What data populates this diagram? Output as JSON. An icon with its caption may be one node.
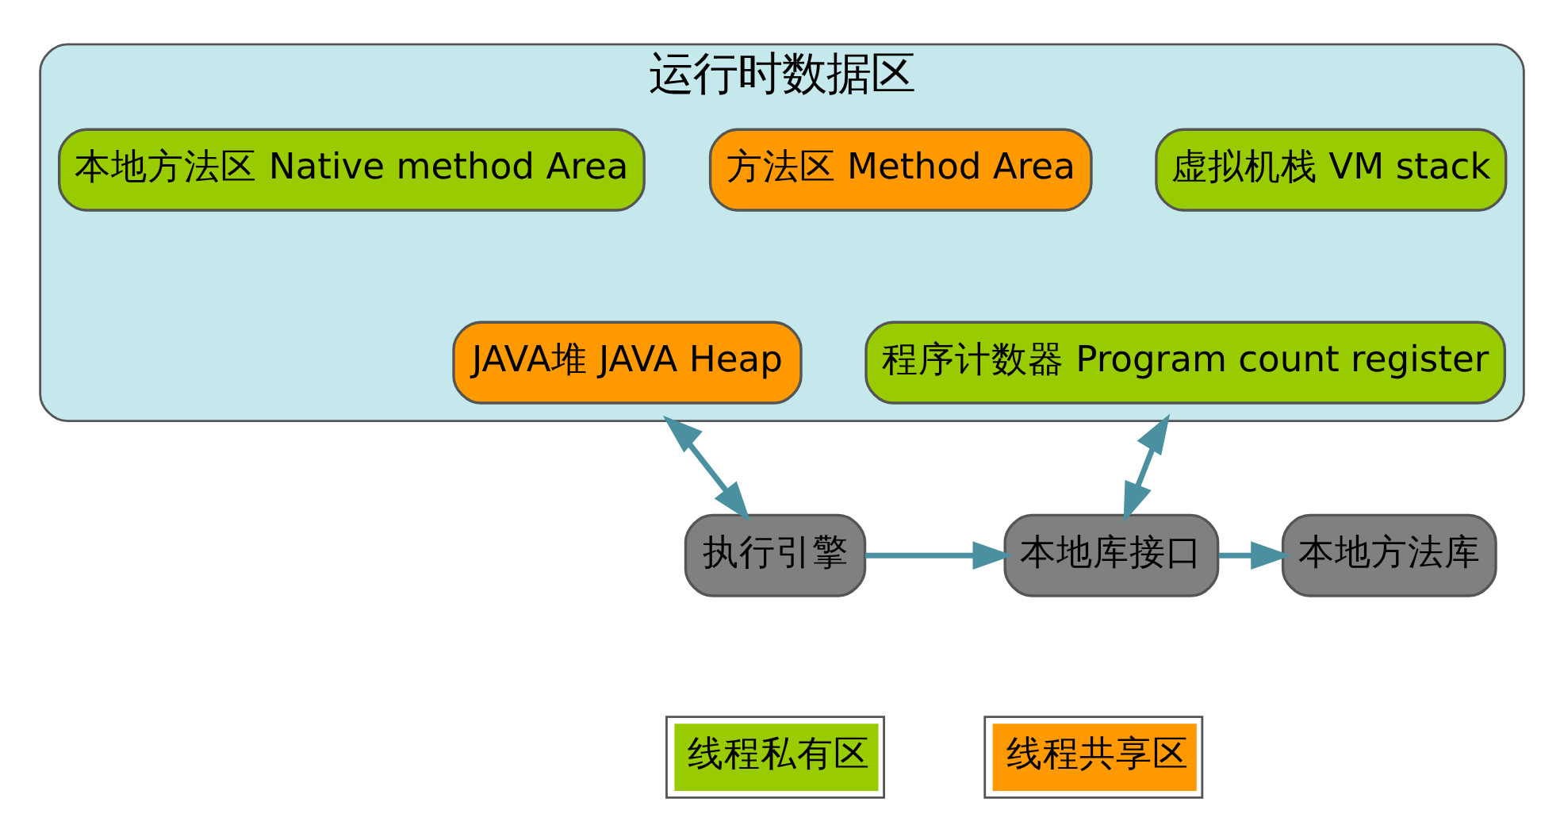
{
  "diagram": {
    "nodes": [
      {
        "text": [
          "运行时数据区"
        ]
      },
      {
        "text": [
          "方法区 Method Area"
        ],
        "in": 0
      },
      {
        "text": [
          "虚拟机栈 VM stack"
        ],
        "in": 0
      },
      {
        "text": [
          "本地方法区 Native method Area"
        ],
        "in": 0
      },
      {
        "text": [
          "JAVA堆 JAVA Heap"
        ],
        "in": 0
      },
      {
        "text": [
          "程序计数器 Program count register"
        ],
        "in": 0
      },
      {
        "text": [
          "执行引擎"
        ]
      },
      {
        "text": [
          "本地库接口"
        ]
      },
      {
        "text": [
          "本地方法库"
        ]
      }
    ],
    "edges": [
      {
        "from": 0,
        "to": 6,
        "arrow": "both"
      },
      {
        "from": 0,
        "to": 7,
        "arrow": "both"
      },
      {
        "from": 6,
        "to": 7,
        "arrow": "to"
      },
      {
        "from": 7,
        "to": 8,
        "arrow": "to"
      }
    ],
    "legend": [
      {
        "text": "线程私有区",
        "color": "#99cc00"
      },
      {
        "text": "线程共享区",
        "color": "#ff9900"
      }
    ]
  }
}
